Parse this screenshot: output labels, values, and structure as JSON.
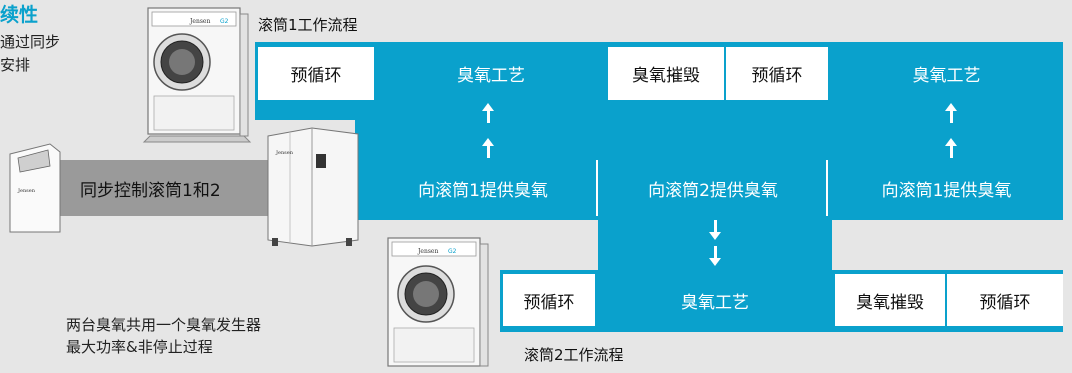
{
  "intro": {
    "heading": "续性",
    "line1": "通过同步",
    "line2": "安排"
  },
  "drum1": {
    "title": "滚筒1工作流程",
    "steps": [
      "预循环",
      "臭氧工艺",
      "臭氧摧毁",
      "预循环",
      "臭氧工艺"
    ]
  },
  "supply": {
    "control_label": "同步控制滚筒1和2",
    "steps": [
      "向滚筒1提供臭氧",
      "向滚筒2提供臭氧",
      "向滚筒1提供臭氧"
    ]
  },
  "drum2": {
    "title": "滚筒2工作流程",
    "steps": [
      "预循环",
      "臭氧工艺",
      "臭氧摧毁",
      "预循环"
    ]
  },
  "note": {
    "line1": "两台臭氧共用一个臭氧发生器",
    "line2": "最大功率&非停止过程"
  },
  "brand": {
    "name": "Jensen",
    "model": "G2"
  },
  "colors": {
    "accent": "#0aa1cc",
    "control_gray": "#9a9a9a",
    "background": "#e6e6e6"
  }
}
